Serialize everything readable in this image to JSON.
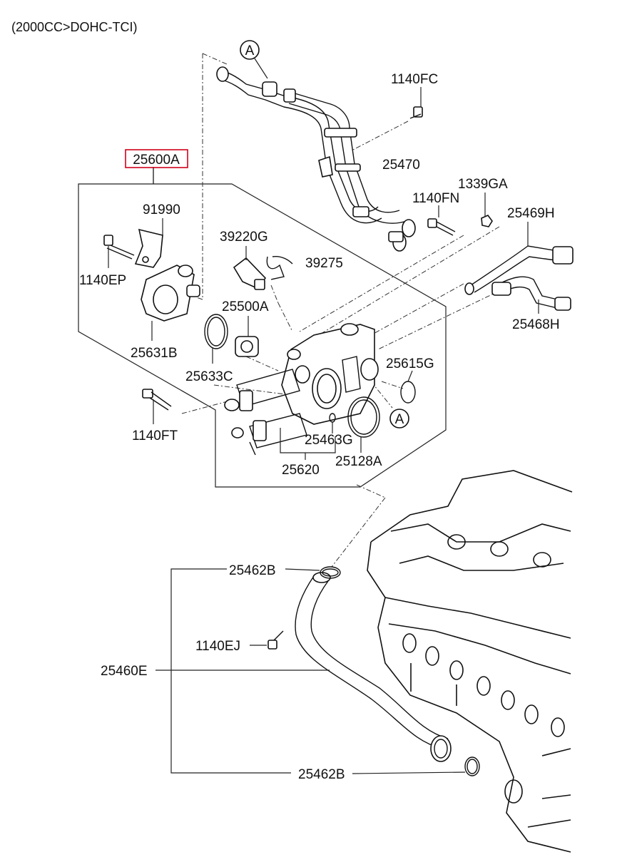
{
  "header": {
    "engine_spec": "(2000CC>DOHC-TCI)"
  },
  "callout": {
    "ref": "A"
  },
  "parts": {
    "p25600A": "25600A",
    "p91990": "91990",
    "p1140EP": "1140EP",
    "p25631B": "25631B",
    "p39220G": "39220G",
    "p39275": "39275",
    "p25500A": "25500A",
    "p25633C": "25633C",
    "p25615G": "25615G",
    "p1140FT": "1140FT",
    "p25463G": "25463G",
    "p25620": "25620",
    "p25128A": "25128A",
    "p1140FC": "1140FC",
    "p25470": "25470",
    "p1140FN": "1140FN",
    "p1339GA": "1339GA",
    "p25469H": "25469H",
    "p25468H": "25468H",
    "p25462B_top": "25462B",
    "p1140EJ": "1140EJ",
    "p25460E": "25460E",
    "p25462B_bottom": "25462B"
  },
  "highlight_color": "#d0021b"
}
